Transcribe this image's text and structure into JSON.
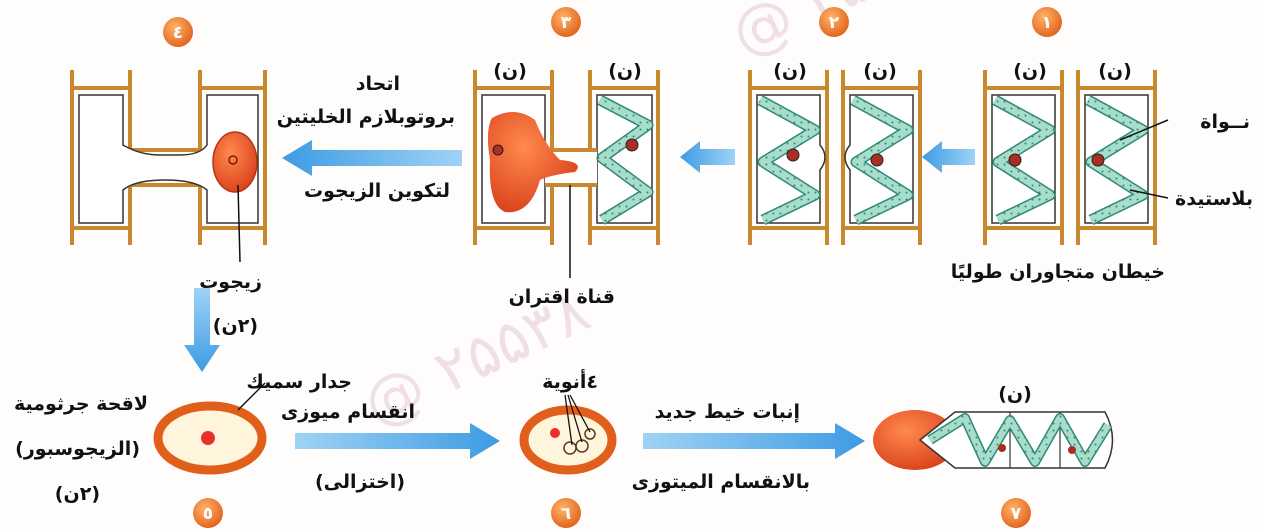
{
  "step_numbers": [
    "١",
    "٢",
    "٣",
    "٤",
    "٥",
    "٦",
    "٧"
  ],
  "haploid_label": "(ن)",
  "stage1": {
    "nucleus_label": "نــواة",
    "plastid_label": "بلاستيدة",
    "caption": "خيطان متجاوران طوليًا"
  },
  "stage3": {
    "channel_label": "قناة اقتران"
  },
  "stage3_to_4": {
    "line1": "اتحاد",
    "line2": "بروتوبلازم الخليتين",
    "line3": "لتكوين الزيجوت"
  },
  "stage4": {
    "zygote_label": "زيجوت",
    "zygote_ploidy": "(٢ن)"
  },
  "stage5": {
    "wall_label": "جدار سميك",
    "name_line1": "لاقحة جرثومية",
    "name_line2": "(الزيجوسبور)",
    "name_line3": "(٢ن)"
  },
  "stage5_to_6": {
    "line1": "انقسام ميوزى",
    "line2": "(اختزالى)"
  },
  "stage6": {
    "nuclei_label": "٤أنوية"
  },
  "stage6_to_7": {
    "line1": "إنبات خيط جديد",
    "line2": "بالانقسام الميتوزى"
  },
  "colors": {
    "cell_wall": "#c8892e",
    "plastid": "#a8dccb",
    "plastid_stroke": "#2e8a77",
    "zygote": "#e8552a",
    "arrow": "#4aa3e6",
    "number_badge": "#ee7a2a"
  }
}
